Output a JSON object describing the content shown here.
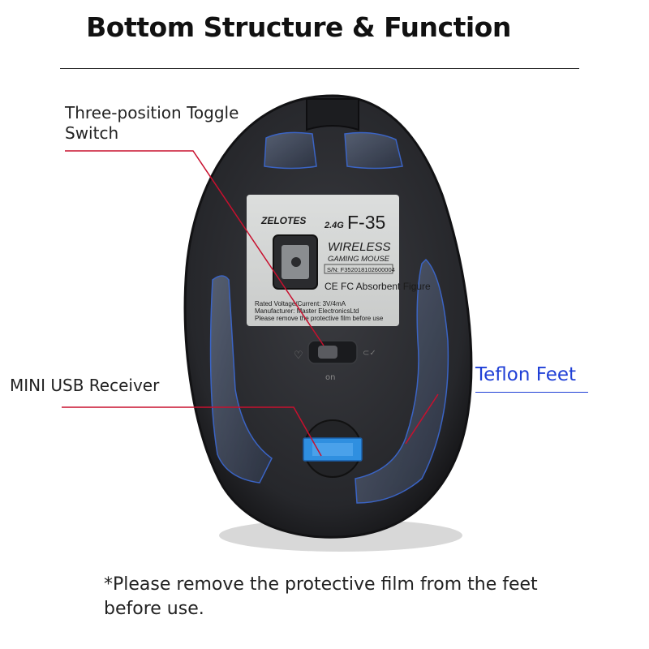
{
  "title": "Bottom Structure & Function",
  "labels": {
    "toggle": "Three-position Toggle Switch",
    "usb": "MINI USB Receiver",
    "teflon": "Teflon Feet"
  },
  "sticker": {
    "brand": "ZELOTES",
    "band": "2.4G",
    "model": "F-35",
    "wireless": "WIRELESS",
    "gaming": "GAMING MOUSE",
    "sn": "S/N: F352018102600004",
    "cert": "CE FC Absorbent Figure",
    "rated": "Rated Voltage/Current: 3V/4mA",
    "manufacturer": "Manufacturer: Master ElectronicsLtd",
    "remove": "Please remove the protective film before use"
  },
  "switch_label": "on",
  "note": "*Please remove the protective film from the feet before use.",
  "colors": {
    "leader": "#c8102e",
    "teflon_text": "#1f3fd6",
    "usb_receiver": "#2f8fe0",
    "mouse_body": "#2e2f33",
    "sticker": "#d6d8d7"
  }
}
